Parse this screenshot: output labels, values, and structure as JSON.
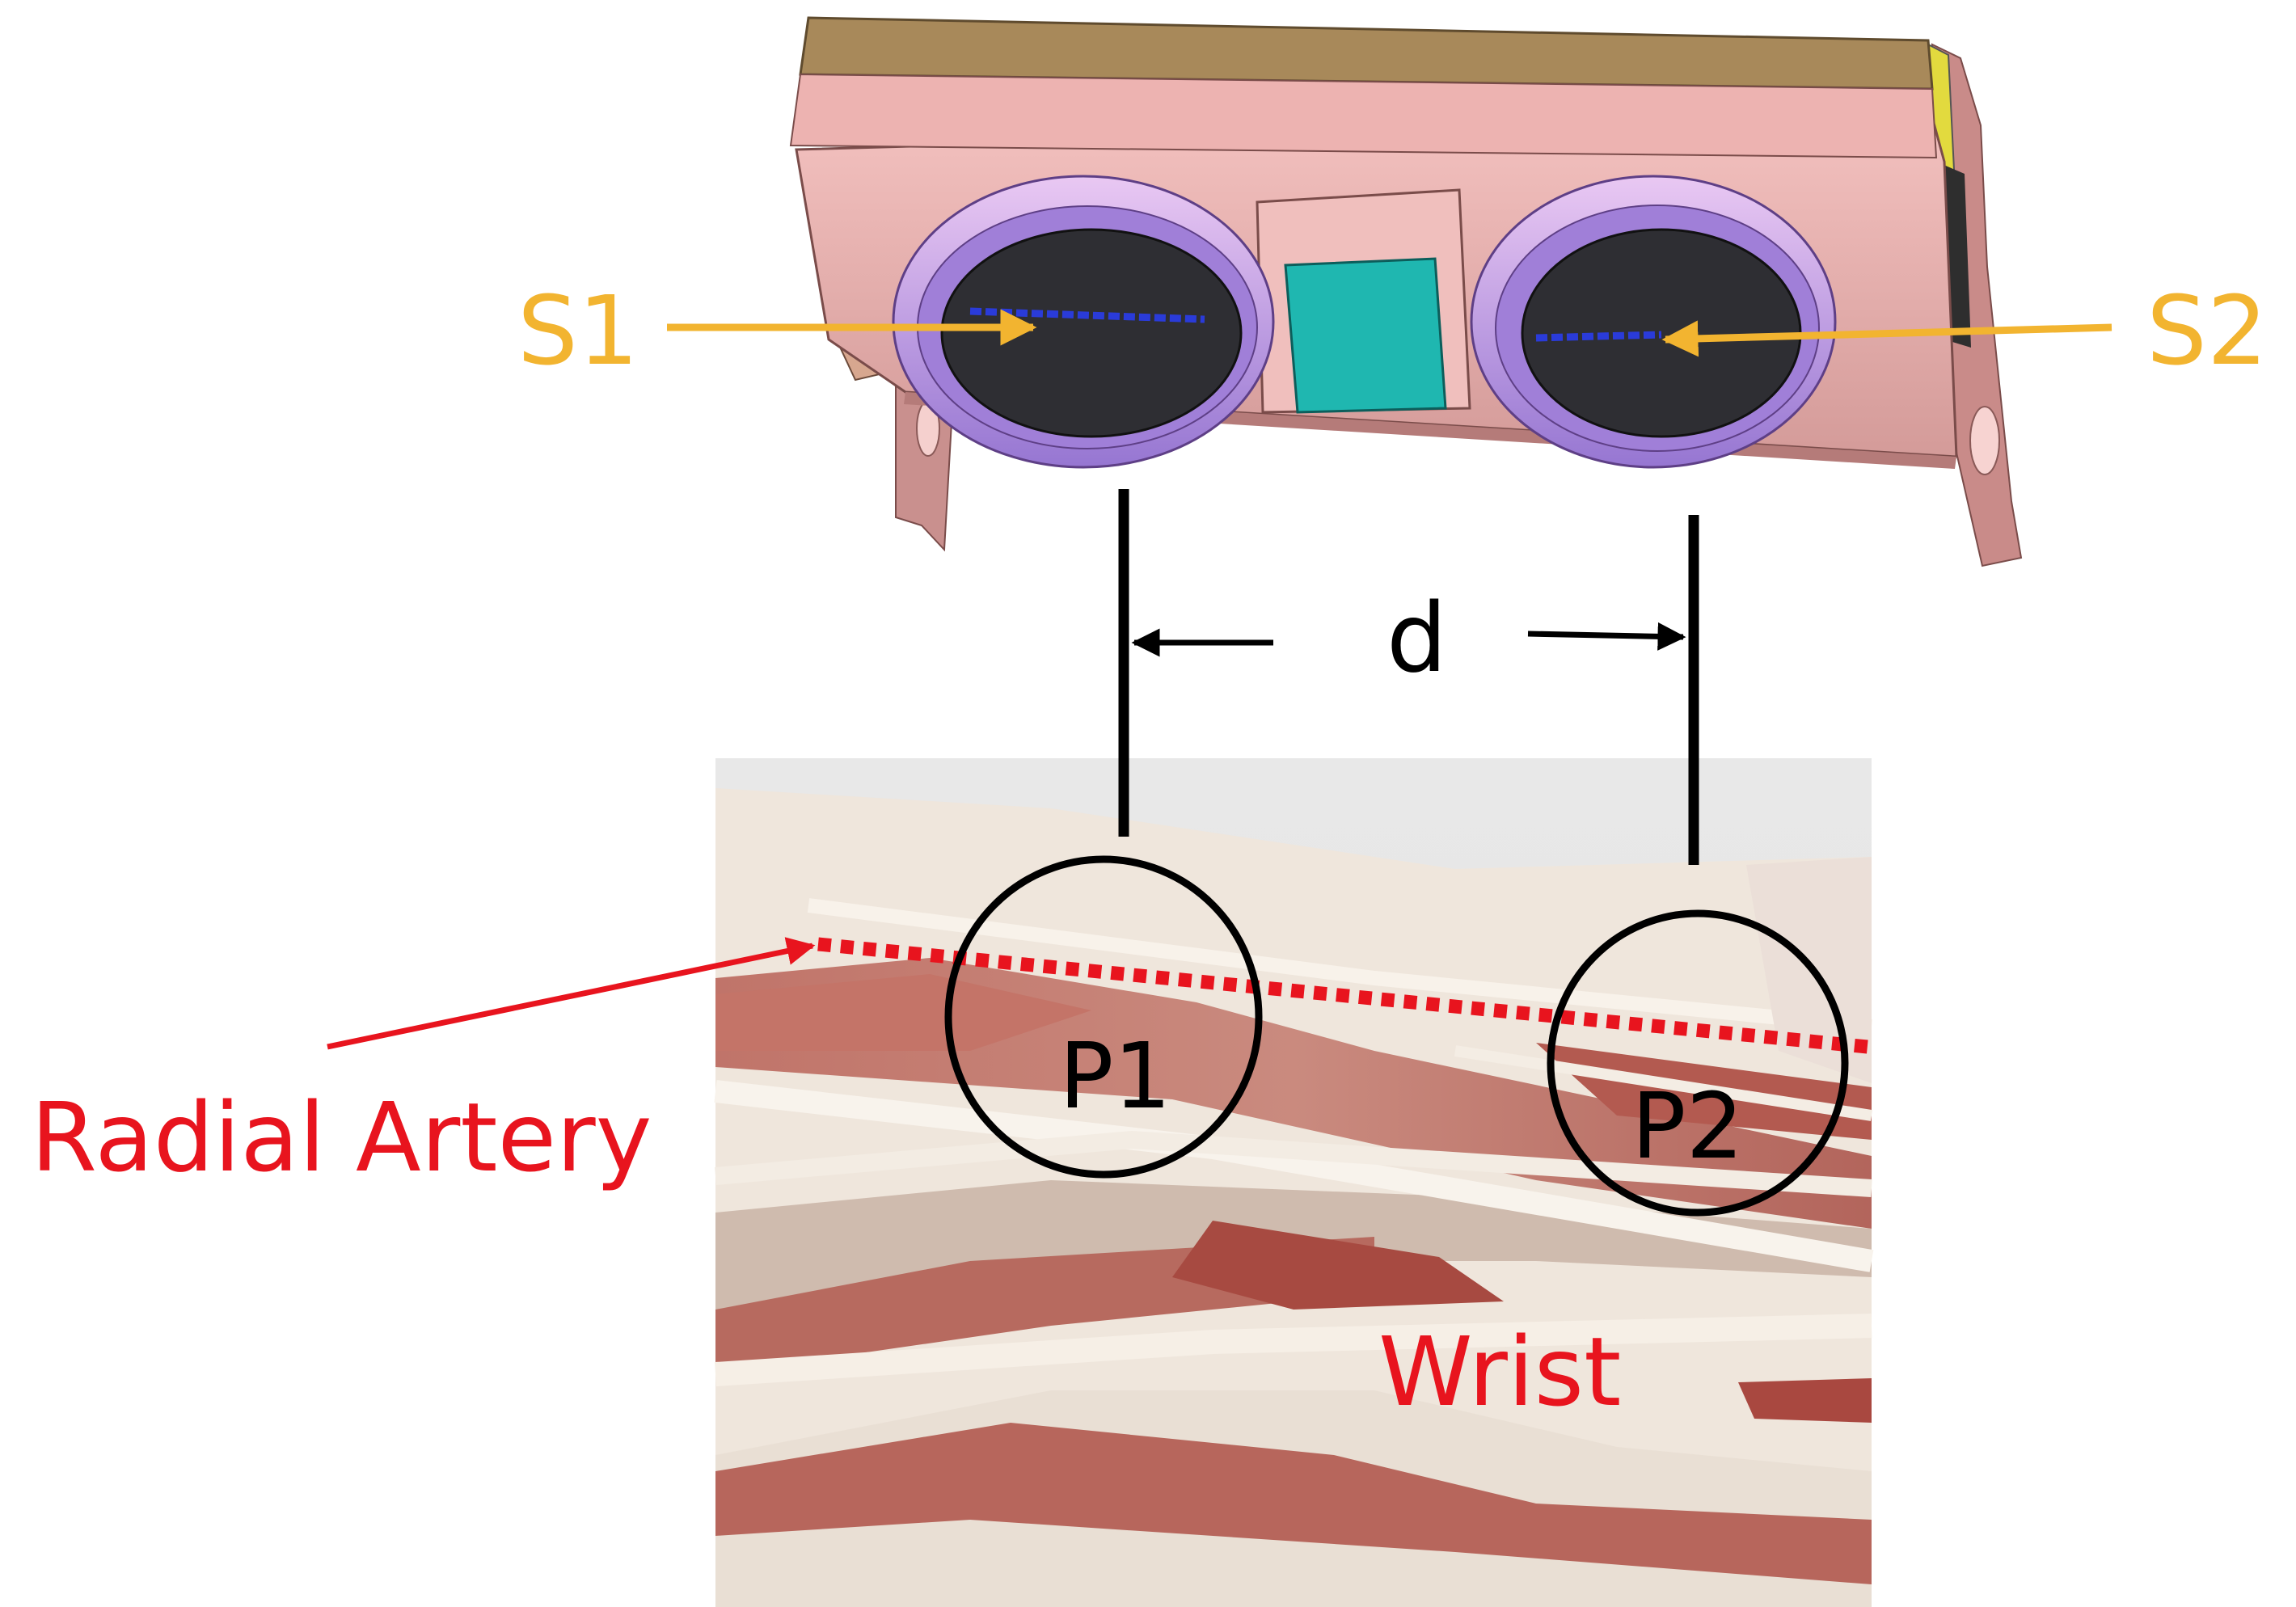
{
  "labels": {
    "sensor1": "S1",
    "sensor2": "S2",
    "distance": "d",
    "point1": "P1",
    "point2": "P2",
    "artery": "Radial Artery",
    "wrist": "Wrist"
  },
  "colors": {
    "sensor_label": "#F2B430",
    "artery_label": "#E8141E",
    "outline": "#000000",
    "device_body": "#E0A6A4",
    "device_top": "#A8895A",
    "sensor_ring": "#A07FD8",
    "sensor_face": "#2E2E33",
    "center_window": "#1FB7B0"
  }
}
